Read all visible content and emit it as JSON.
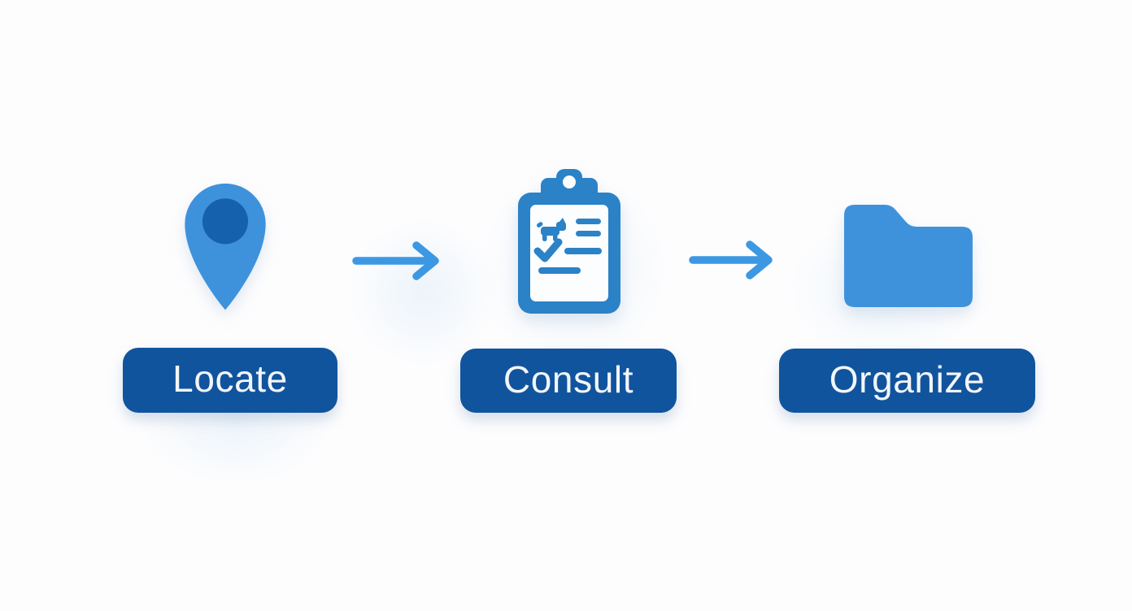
{
  "diagram": {
    "steps": [
      {
        "label": "Locate",
        "icon": "map-pin-icon"
      },
      {
        "label": "Consult",
        "icon": "clipboard-checklist-icon"
      },
      {
        "label": "Organize",
        "icon": "folder-icon"
      }
    ],
    "connectors": [
      {
        "icon": "arrow-right-icon"
      },
      {
        "icon": "arrow-right-icon"
      }
    ],
    "colors": {
      "icon_blue": "#3E92DC",
      "icon_blue_dark": "#1561AD",
      "clipboard_blue": "#2B82C7",
      "arrow_blue": "#3D98E3",
      "label_bg": "#11549E",
      "label_text": "#F3F6FA",
      "paper_white": "#FBFDFF",
      "background": "#FDFDFE"
    }
  }
}
